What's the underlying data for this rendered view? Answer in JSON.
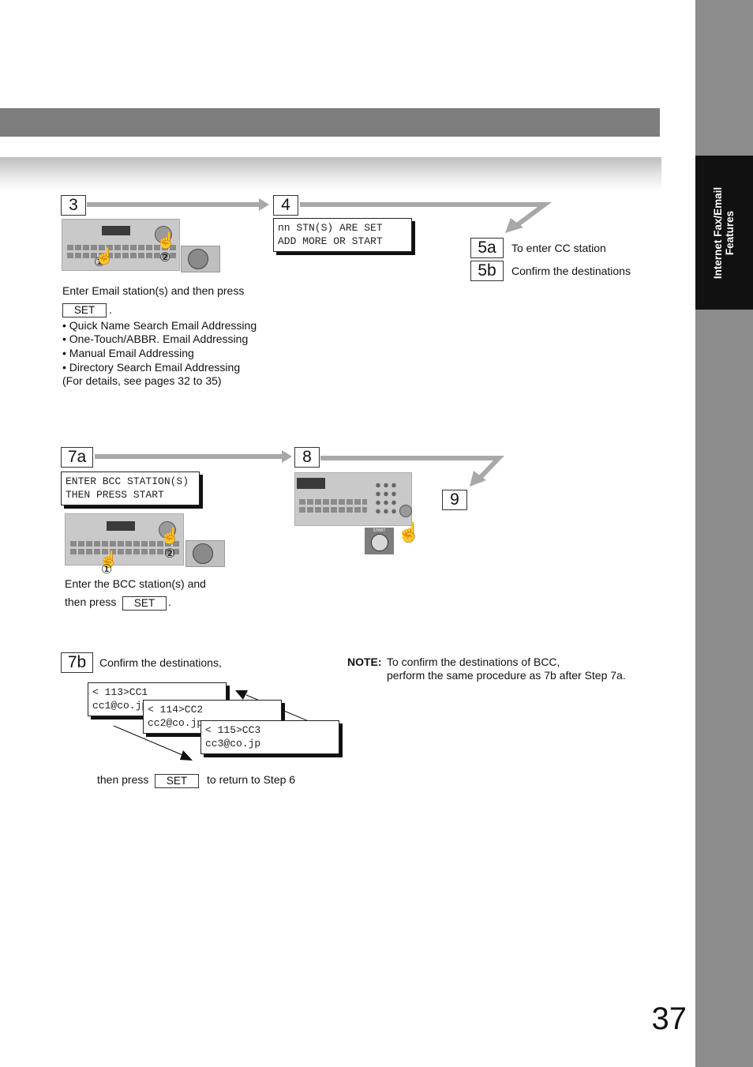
{
  "sidebar": {
    "section_line1": "Internet Fax/Email",
    "section_line2": "Features"
  },
  "steps": {
    "s3": {
      "num": "3",
      "instruction": "Enter Email station(s) and then press",
      "key": "SET",
      "after_key": ".",
      "bullets": [
        "•  Quick Name Search Email Addressing",
        "•  One-Touch/ABBR. Email Addressing",
        "•  Manual Email Addressing",
        "•  Directory Search Email Addressing"
      ],
      "details": "(For details, see pages 32 to 35)"
    },
    "s4": {
      "num": "4",
      "lcd_line1": "nn STN(S) ARE SET",
      "lcd_line2": "ADD MORE OR START"
    },
    "s5a": {
      "num": "5a",
      "text": "To enter CC station"
    },
    "s5b": {
      "num": "5b",
      "text": "Confirm the destinations"
    },
    "s7a": {
      "num": "7a",
      "lcd_line1": "ENTER BCC STATION(S)",
      "lcd_line2": "THEN PRESS START",
      "instruction_line1": "Enter the BCC station(s) and",
      "instruction_line2": "then press",
      "key": "SET",
      "after_key": "."
    },
    "s8": {
      "num": "8",
      "start_label": "START"
    },
    "s9": {
      "num": "9"
    },
    "s7b": {
      "num": "7b",
      "text": "Confirm the destinations,",
      "screens": [
        {
          "line1": "< 113>CC1",
          "line2": "cc1@co.jp"
        },
        {
          "line1": "< 114>CC2",
          "line2": "cc2@co.jp"
        },
        {
          "line1": "< 115>CC3",
          "line2": "cc3@co.jp"
        }
      ],
      "then_press": "then press",
      "key": "SET",
      "return_text": "to return to Step 6"
    }
  },
  "callouts": {
    "one": "①",
    "two": "②"
  },
  "note": {
    "label": "NOTE:",
    "line1": "To confirm the destinations of BCC,",
    "line2": "perform the same procedure as 7b after Step 7a."
  },
  "page_number": "37"
}
